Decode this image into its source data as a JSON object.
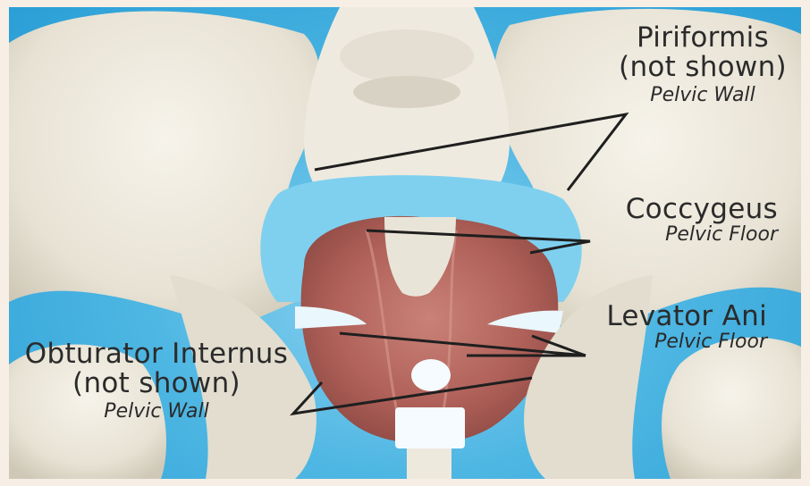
{
  "labels": {
    "piriformis": {
      "name": "Piriformis",
      "note": "(not shown)",
      "group": "Pelvic Wall"
    },
    "coccygeus": {
      "name": "Coccygeus",
      "group": "Pelvic Floor"
    },
    "levator_ani": {
      "name": "Levator Ani",
      "group": "Pelvic Floor"
    },
    "obturator_internus": {
      "name": "Obturator Internus",
      "note": "(not shown)",
      "group": "Pelvic Wall"
    }
  },
  "colors": {
    "background_blue": "#4fb7e3",
    "bone": "#ece8dc",
    "muscle": "#b5665e",
    "leader_line": "#1f1f1f",
    "frame": "#f7efe6"
  }
}
